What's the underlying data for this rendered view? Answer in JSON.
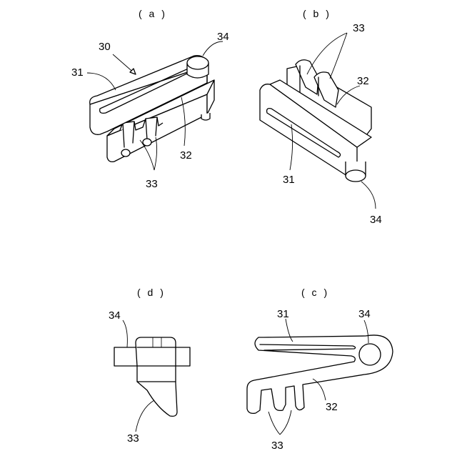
{
  "captions": {
    "a": "( a )",
    "b": "( b )",
    "c": "( c )",
    "d": "( d )"
  },
  "fig_a": {
    "ref_30": "30",
    "ref_31": "31",
    "ref_32": "32",
    "ref_33": "33",
    "ref_34": "34"
  },
  "fig_b": {
    "ref_31": "31",
    "ref_32": "32",
    "ref_33": "33",
    "ref_34": "34"
  },
  "fig_c": {
    "ref_31": "31",
    "ref_32": "32",
    "ref_33": "33",
    "ref_34": "34"
  },
  "fig_d": {
    "ref_33": "33",
    "ref_34": "34"
  }
}
